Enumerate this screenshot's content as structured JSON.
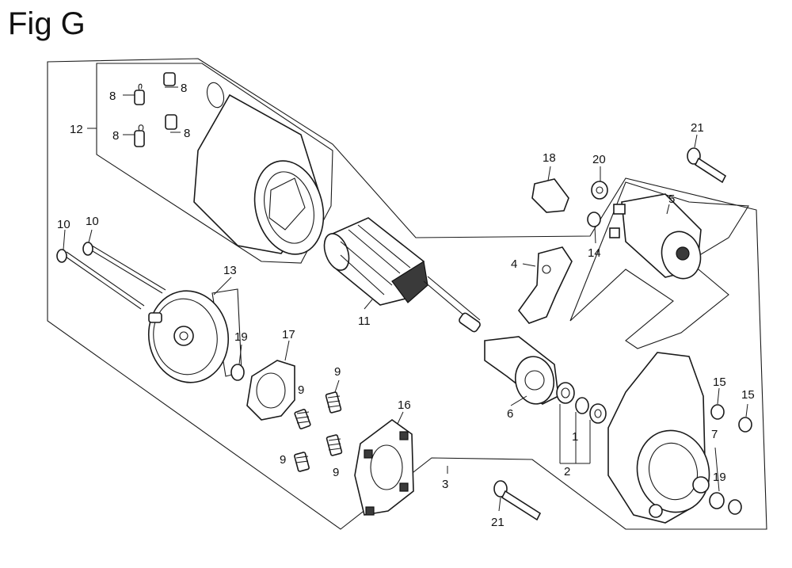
{
  "title": "Fig G",
  "callouts": {
    "c1": "1",
    "c2": "2",
    "c3": "3",
    "c4": "4",
    "c5": "5",
    "c6": "6",
    "c7": "7",
    "c8a": "8",
    "c8b": "8",
    "c8c": "8",
    "c8d": "8",
    "c9a": "9",
    "c9b": "9",
    "c9c": "9",
    "c9d": "9",
    "c10a": "10",
    "c10b": "10",
    "c11": "11",
    "c12": "12",
    "c13": "13",
    "c14": "14",
    "c15a": "15",
    "c15b": "15",
    "c16": "16",
    "c17": "17",
    "c18": "18",
    "c19a": "19",
    "c19b": "19",
    "c20": "20",
    "c21a": "21",
    "c21b": "21"
  }
}
